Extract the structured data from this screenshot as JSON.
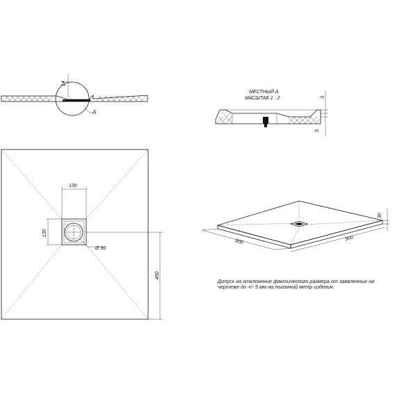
{
  "detail": {
    "label_line1": "МЕСТНЫЙ А",
    "label_line2": "МАСШТАБ 1 : 2",
    "dim_top": "3",
    "dim_bottom": "5"
  },
  "section": {
    "dim_height": "14",
    "callout": "А"
  },
  "plan": {
    "dim_drain_width": "130",
    "dim_drain_height": "130",
    "dim_diameter": "Ø 90",
    "dim_offset": "450"
  },
  "isometric": {
    "dim_length": "800",
    "dim_width": "900",
    "dim_height": "30"
  },
  "note": {
    "line1": "Допуск на отклонение фактического размера от заявленных на",
    "line2": "чертеже до +/- 5 мм на погонный метр изделия."
  }
}
